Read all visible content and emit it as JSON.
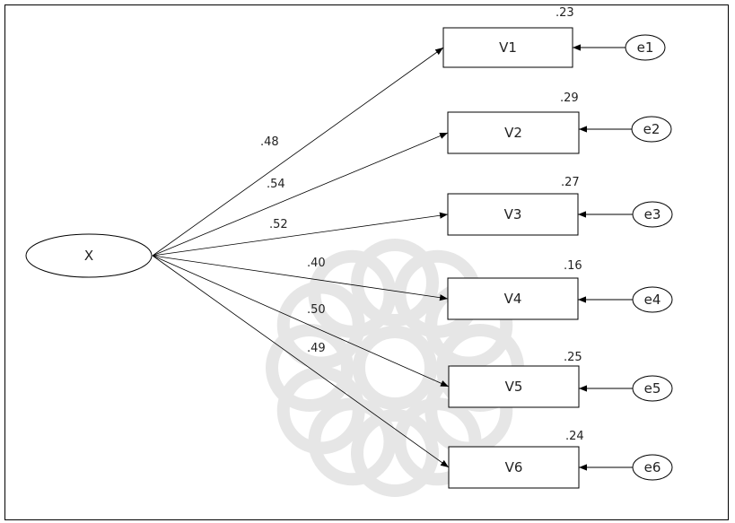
{
  "latent": {
    "label": "X"
  },
  "indicators": [
    {
      "label": "V1",
      "loading": ".48",
      "r2": ".23",
      "error": "e1"
    },
    {
      "label": "V2",
      "loading": ".54",
      "r2": ".29",
      "error": "e2"
    },
    {
      "label": "V3",
      "loading": ".52",
      "r2": ".27",
      "error": "e3"
    },
    {
      "label": "V4",
      "loading": ".40",
      "r2": ".16",
      "error": "e4"
    },
    {
      "label": "V5",
      "loading": ".50",
      "r2": ".25",
      "error": "e5"
    },
    {
      "label": "V6",
      "loading": ".49",
      "r2": ".24",
      "error": "e6"
    }
  ],
  "colors": {
    "stroke": "#000000",
    "watermark": "#e6e6e6"
  }
}
